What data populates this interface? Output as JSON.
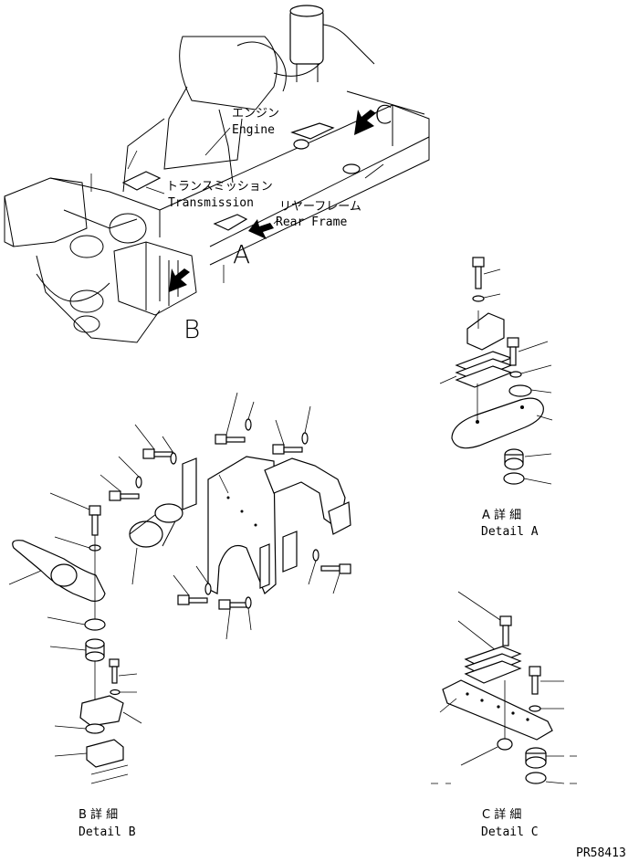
{
  "callouts": {
    "engine_jp": "エンジン",
    "engine_en": "Engine",
    "transmission_jp": "トランスミッション",
    "transmission_en": "Transmission",
    "rear_frame_jp": "リヤーフレーム",
    "rear_frame_en": "Rear Frame",
    "view_a": "A",
    "view_b": "B",
    "view_c": "C"
  },
  "details": {
    "a_jp": "A 詳 細",
    "a_en": "Detail A",
    "b_jp": "B 詳 細",
    "b_en": "Detail B",
    "c_jp": "C 詳 細",
    "c_en": "Detail C"
  },
  "drawing_code": "PR58413"
}
